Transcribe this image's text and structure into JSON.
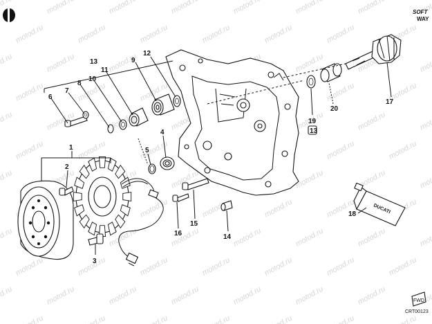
{
  "brand": {
    "line1": "SOFT",
    "line2": "WAY"
  },
  "watermark": "motod.ru",
  "drawing_code": "CRT00123",
  "tube_label": "DUCATI",
  "fwd_label": "FWD",
  "callouts": {
    "c1": "1",
    "c2": "2",
    "c3": "3",
    "c4": "4",
    "c5": "5",
    "c6": "6",
    "c7": "7",
    "c8": "8",
    "c9": "9",
    "c10": "10",
    "c11": "11",
    "c12": "12",
    "c13": "13",
    "c13b": "13",
    "c14": "14",
    "c15": "15",
    "c16": "16",
    "c17": "17",
    "c18": "18",
    "c19": "19",
    "c20": "20"
  }
}
